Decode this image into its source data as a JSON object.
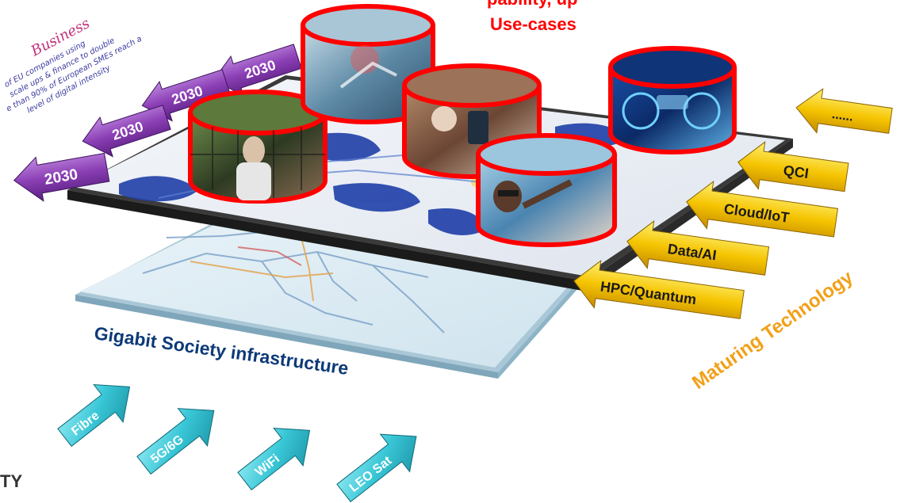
{
  "header": {
    "title_partial": "pability, up",
    "subtitle": "Use-cases"
  },
  "business_note": {
    "heading": "Business",
    "line1": "of EU companies using",
    "line2": "scale ups & finance to double",
    "line3": "e than 90% of European SMEs reach a",
    "line4": "level of digital intensity"
  },
  "year_arrows": [
    "2030",
    "2030",
    "2030",
    "2030"
  ],
  "technology_arrows": [
    "......",
    "QCI",
    "Cloud/IoT",
    "Data/AI",
    "HPC/Quantum"
  ],
  "maturing_label": "Maturing Technology",
  "infrastructure_label": "Gigabit Society infrastructure",
  "infrastructure_arrows": [
    "Fibre",
    "5G/6G",
    "WiFi",
    "LEO Sat"
  ],
  "corner_text": "TY",
  "colors": {
    "red_accent": "#ff0000",
    "purple_arrow": "#8b3fb5",
    "gold_arrow": "#f5c400",
    "cyan_arrow": "#38c6d6",
    "navy_text": "#0d3a78",
    "orange_text": "#f2a018",
    "map_blue": "#1f3fa8"
  }
}
